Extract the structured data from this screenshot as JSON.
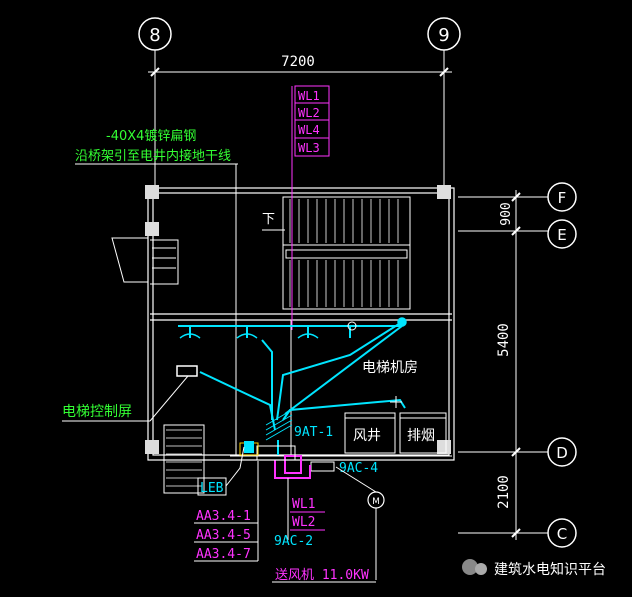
{
  "grid_axes": {
    "top_left": "8",
    "top_right": "9",
    "right_f": "F",
    "right_e": "E",
    "right_d": "D",
    "right_c": "C"
  },
  "dimensions": {
    "top": "7200",
    "right_900": "900",
    "right_5400": "5400",
    "right_2100": "2100"
  },
  "circuits_top": [
    "WL1",
    "WL2",
    "WL4",
    "WL3"
  ],
  "notes": {
    "steel_line1": "-40X4镀锌扁钢",
    "steel_line2": "沿桥架引至电井内接地干线"
  },
  "rooms": {
    "elevator_machine_room": "电梯机房",
    "air_shaft": "风井",
    "smoke_exhaust": "排烟",
    "stair_down": "下"
  },
  "labels": {
    "elevator_control_panel": "电梯控制屏",
    "panel_9at1": "9AT-1",
    "panel_9ac4": "9AC-4",
    "leb": "LEB",
    "circuits_bottom": [
      "WL1",
      "WL2"
    ],
    "panel_9ac2": "9AC-2",
    "aa_lines": [
      "AA3.4-1",
      "AA3.4-5",
      "AA3.4-7"
    ],
    "supply_fan": "送风机 11.0KW",
    "motor_symbol": "M"
  },
  "watermark": "建筑水电知识平台",
  "colors": {
    "white": "#ffffff",
    "cyan": "#00e5ff",
    "magenta": "#ff33ff",
    "green": "#33ff33",
    "bg": "#000000"
  }
}
